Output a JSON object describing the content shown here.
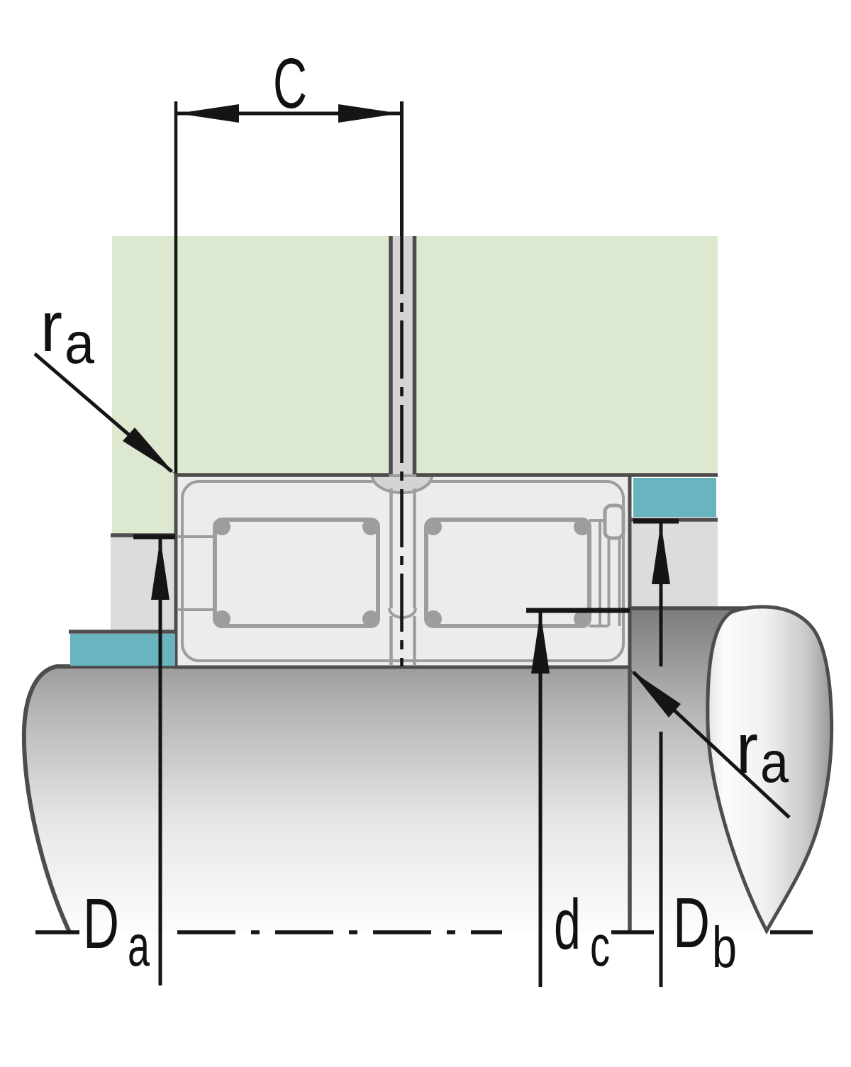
{
  "figure": {
    "title": "Bearing mounting cross-section with abutment dimensions",
    "dimensions": {
      "C": {
        "main": "C"
      },
      "ra_housing": {
        "main": "r",
        "sub": "a"
      },
      "ra_shaft": {
        "main": "r",
        "sub": "a"
      },
      "Da": {
        "main": "D",
        "sub": "a"
      },
      "dc": {
        "main": "d",
        "sub": "c"
      },
      "Db": {
        "main": "D",
        "sub": "b"
      }
    },
    "colors": {
      "housing_green": "#dde8d1",
      "abutment_gray": "#dcdcdc",
      "bearing_gray": "#ececec",
      "channel_gray": "#d4d4d4",
      "seal_teal": "#68b4bf",
      "outline_dark": "#4d4d4d",
      "detail_gray": "#9d9d9d",
      "dimension_black": "#151515"
    }
  }
}
